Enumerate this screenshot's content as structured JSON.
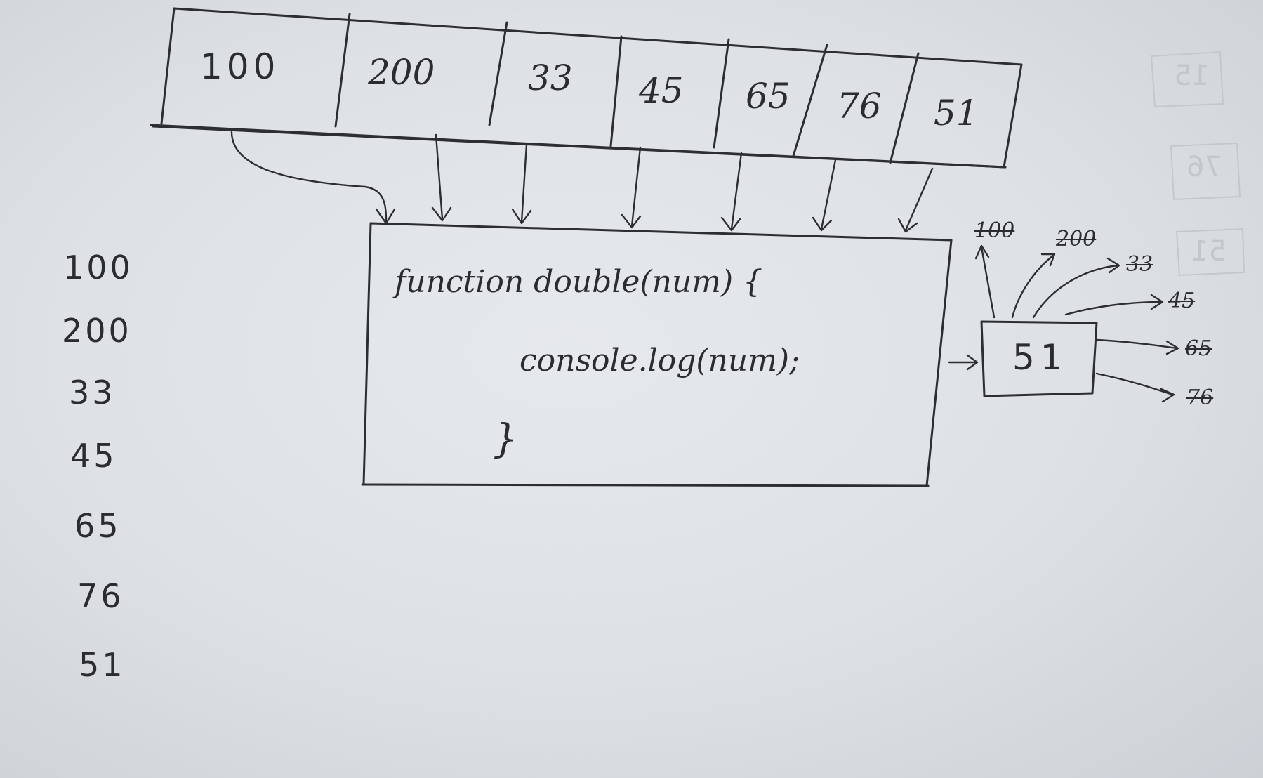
{
  "array": {
    "cells": [
      "100",
      "200",
      "33",
      "45",
      "65",
      "76",
      "51"
    ]
  },
  "output_list": [
    "100",
    "200",
    "33",
    "45",
    "65",
    "76",
    "51"
  ],
  "function": {
    "signature": "function double(num) {",
    "body": "console.log(num);",
    "closing": "}"
  },
  "current_box": {
    "value": "51"
  },
  "previous_values": [
    "100",
    "200",
    "33",
    "45",
    "65",
    "76"
  ],
  "ghost_numbers": [
    "15",
    "76",
    "51"
  ]
}
